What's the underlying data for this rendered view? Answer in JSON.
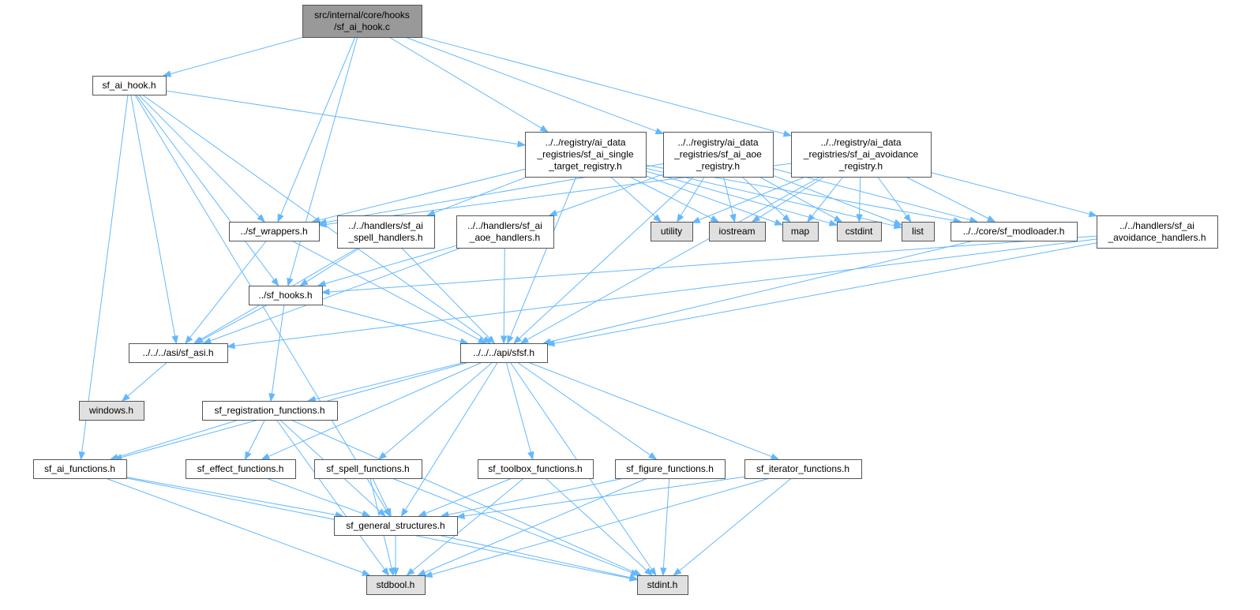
{
  "graph": {
    "colors": {
      "root_fill": "#999999",
      "header_fill": "#ffffff",
      "system_fill": "#e0e0e0",
      "border": "#555555",
      "edge": "#63b8ff"
    },
    "nodes": [
      {
        "id": "root",
        "kind": "root",
        "lines": [
          "src/internal/core/hooks",
          "/sf_ai_hook.c"
        ]
      },
      {
        "id": "sf_ai_hook_h",
        "kind": "header",
        "lines": [
          "sf_ai_hook.h"
        ]
      },
      {
        "id": "single_target_registry",
        "kind": "header",
        "lines": [
          "../../registry/ai_data",
          "_registries/sf_ai_single",
          "_target_registry.h"
        ]
      },
      {
        "id": "aoe_registry",
        "kind": "header",
        "lines": [
          "../../registry/ai_data",
          "_registries/sf_ai_aoe",
          "_registry.h"
        ]
      },
      {
        "id": "avoidance_registry",
        "kind": "header",
        "lines": [
          "../../registry/ai_data",
          "_registries/sf_ai_avoidance",
          "_registry.h"
        ]
      },
      {
        "id": "sf_wrappers",
        "kind": "header",
        "lines": [
          "../sf_wrappers.h"
        ]
      },
      {
        "id": "spell_handlers",
        "kind": "header",
        "lines": [
          "../../handlers/sf_ai",
          "_spell_handlers.h"
        ]
      },
      {
        "id": "aoe_handlers",
        "kind": "header",
        "lines": [
          "../../handlers/sf_ai",
          "_aoe_handlers.h"
        ]
      },
      {
        "id": "utility",
        "kind": "system",
        "lines": [
          "utility"
        ]
      },
      {
        "id": "iostream",
        "kind": "system",
        "lines": [
          "iostream"
        ]
      },
      {
        "id": "map",
        "kind": "system",
        "lines": [
          "map"
        ]
      },
      {
        "id": "cstdint",
        "kind": "system",
        "lines": [
          "cstdint"
        ]
      },
      {
        "id": "list",
        "kind": "system",
        "lines": [
          "list"
        ]
      },
      {
        "id": "modloader",
        "kind": "header",
        "lines": [
          "../../core/sf_modloader.h"
        ]
      },
      {
        "id": "avoidance_handlers",
        "kind": "header",
        "lines": [
          "../../handlers/sf_ai",
          "_avoidance_handlers.h"
        ]
      },
      {
        "id": "sf_hooks",
        "kind": "header",
        "lines": [
          "../sf_hooks.h"
        ]
      },
      {
        "id": "sf_asi",
        "kind": "header",
        "lines": [
          "../../../asi/sf_asi.h"
        ]
      },
      {
        "id": "sfsf",
        "kind": "header",
        "lines": [
          "../../../api/sfsf.h"
        ]
      },
      {
        "id": "windows",
        "kind": "system",
        "lines": [
          "windows.h"
        ]
      },
      {
        "id": "registration_functions",
        "kind": "header",
        "lines": [
          "sf_registration_functions.h"
        ]
      },
      {
        "id": "ai_functions",
        "kind": "header",
        "lines": [
          "sf_ai_functions.h"
        ]
      },
      {
        "id": "effect_functions",
        "kind": "header",
        "lines": [
          "sf_effect_functions.h"
        ]
      },
      {
        "id": "spell_functions",
        "kind": "header",
        "lines": [
          "sf_spell_functions.h"
        ]
      },
      {
        "id": "toolbox_functions",
        "kind": "header",
        "lines": [
          "sf_toolbox_functions.h"
        ]
      },
      {
        "id": "figure_functions",
        "kind": "header",
        "lines": [
          "sf_figure_functions.h"
        ]
      },
      {
        "id": "iterator_functions",
        "kind": "header",
        "lines": [
          "sf_iterator_functions.h"
        ]
      },
      {
        "id": "general_structures",
        "kind": "header",
        "lines": [
          "sf_general_structures.h"
        ]
      },
      {
        "id": "stdbool",
        "kind": "system",
        "lines": [
          "stdbool.h"
        ]
      },
      {
        "id": "stdint",
        "kind": "system",
        "lines": [
          "stdint.h"
        ]
      }
    ],
    "edges": [
      [
        "root",
        "sf_ai_hook_h"
      ],
      [
        "root",
        "single_target_registry"
      ],
      [
        "root",
        "aoe_registry"
      ],
      [
        "root",
        "avoidance_registry"
      ],
      [
        "root",
        "sf_wrappers"
      ],
      [
        "root",
        "sf_hooks"
      ],
      [
        "sf_ai_hook_h",
        "single_target_registry"
      ],
      [
        "sf_ai_hook_h",
        "sf_wrappers"
      ],
      [
        "sf_ai_hook_h",
        "sf_hooks"
      ],
      [
        "sf_ai_hook_h",
        "sf_asi"
      ],
      [
        "sf_ai_hook_h",
        "sfsf"
      ],
      [
        "sf_ai_hook_h",
        "ai_functions"
      ],
      [
        "sf_ai_hook_h",
        "general_structures"
      ],
      [
        "single_target_registry",
        "sf_wrappers"
      ],
      [
        "single_target_registry",
        "spell_handlers"
      ],
      [
        "single_target_registry",
        "utility"
      ],
      [
        "single_target_registry",
        "iostream"
      ],
      [
        "single_target_registry",
        "map"
      ],
      [
        "single_target_registry",
        "cstdint"
      ],
      [
        "single_target_registry",
        "list"
      ],
      [
        "single_target_registry",
        "modloader"
      ],
      [
        "single_target_registry",
        "sfsf"
      ],
      [
        "aoe_registry",
        "sf_wrappers"
      ],
      [
        "aoe_registry",
        "aoe_handlers"
      ],
      [
        "aoe_registry",
        "utility"
      ],
      [
        "aoe_registry",
        "iostream"
      ],
      [
        "aoe_registry",
        "map"
      ],
      [
        "aoe_registry",
        "cstdint"
      ],
      [
        "aoe_registry",
        "list"
      ],
      [
        "aoe_registry",
        "modloader"
      ],
      [
        "aoe_registry",
        "sfsf"
      ],
      [
        "avoidance_registry",
        "sf_wrappers"
      ],
      [
        "avoidance_registry",
        "avoidance_handlers"
      ],
      [
        "avoidance_registry",
        "utility"
      ],
      [
        "avoidance_registry",
        "iostream"
      ],
      [
        "avoidance_registry",
        "map"
      ],
      [
        "avoidance_registry",
        "cstdint"
      ],
      [
        "avoidance_registry",
        "list"
      ],
      [
        "avoidance_registry",
        "modloader"
      ],
      [
        "avoidance_registry",
        "sfsf"
      ],
      [
        "sf_wrappers",
        "sf_asi"
      ],
      [
        "sf_wrappers",
        "sfsf"
      ],
      [
        "spell_handlers",
        "sf_hooks"
      ],
      [
        "spell_handlers",
        "sf_asi"
      ],
      [
        "spell_handlers",
        "sfsf"
      ],
      [
        "aoe_handlers",
        "sf_hooks"
      ],
      [
        "aoe_handlers",
        "sf_asi"
      ],
      [
        "aoe_handlers",
        "sfsf"
      ],
      [
        "modloader",
        "sfsf"
      ],
      [
        "avoidance_handlers",
        "sf_hooks"
      ],
      [
        "avoidance_handlers",
        "sf_asi"
      ],
      [
        "avoidance_handlers",
        "sfsf"
      ],
      [
        "sf_hooks",
        "sf_asi"
      ],
      [
        "sf_hooks",
        "sfsf"
      ],
      [
        "sf_hooks",
        "registration_functions"
      ],
      [
        "sf_asi",
        "windows"
      ],
      [
        "sfsf",
        "registration_functions"
      ],
      [
        "sfsf",
        "ai_functions"
      ],
      [
        "sfsf",
        "effect_functions"
      ],
      [
        "sfsf",
        "spell_functions"
      ],
      [
        "sfsf",
        "toolbox_functions"
      ],
      [
        "sfsf",
        "figure_functions"
      ],
      [
        "sfsf",
        "iterator_functions"
      ],
      [
        "sfsf",
        "general_structures"
      ],
      [
        "sfsf",
        "stdint"
      ],
      [
        "registration_functions",
        "ai_functions"
      ],
      [
        "registration_functions",
        "effect_functions"
      ],
      [
        "registration_functions",
        "general_structures"
      ],
      [
        "registration_functions",
        "stdbool"
      ],
      [
        "registration_functions",
        "stdint"
      ],
      [
        "ai_functions",
        "general_structures"
      ],
      [
        "ai_functions",
        "stdbool"
      ],
      [
        "ai_functions",
        "stdint"
      ],
      [
        "effect_functions",
        "general_structures"
      ],
      [
        "spell_functions",
        "general_structures"
      ],
      [
        "spell_functions",
        "stdbool"
      ],
      [
        "spell_functions",
        "stdint"
      ],
      [
        "toolbox_functions",
        "general_structures"
      ],
      [
        "toolbox_functions",
        "stdbool"
      ],
      [
        "toolbox_functions",
        "stdint"
      ],
      [
        "figure_functions",
        "general_structures"
      ],
      [
        "figure_functions",
        "stdbool"
      ],
      [
        "figure_functions",
        "stdint"
      ],
      [
        "iterator_functions",
        "general_structures"
      ],
      [
        "iterator_functions",
        "stdbool"
      ],
      [
        "iterator_functions",
        "stdint"
      ],
      [
        "general_structures",
        "stdbool"
      ],
      [
        "general_structures",
        "stdint"
      ]
    ]
  }
}
